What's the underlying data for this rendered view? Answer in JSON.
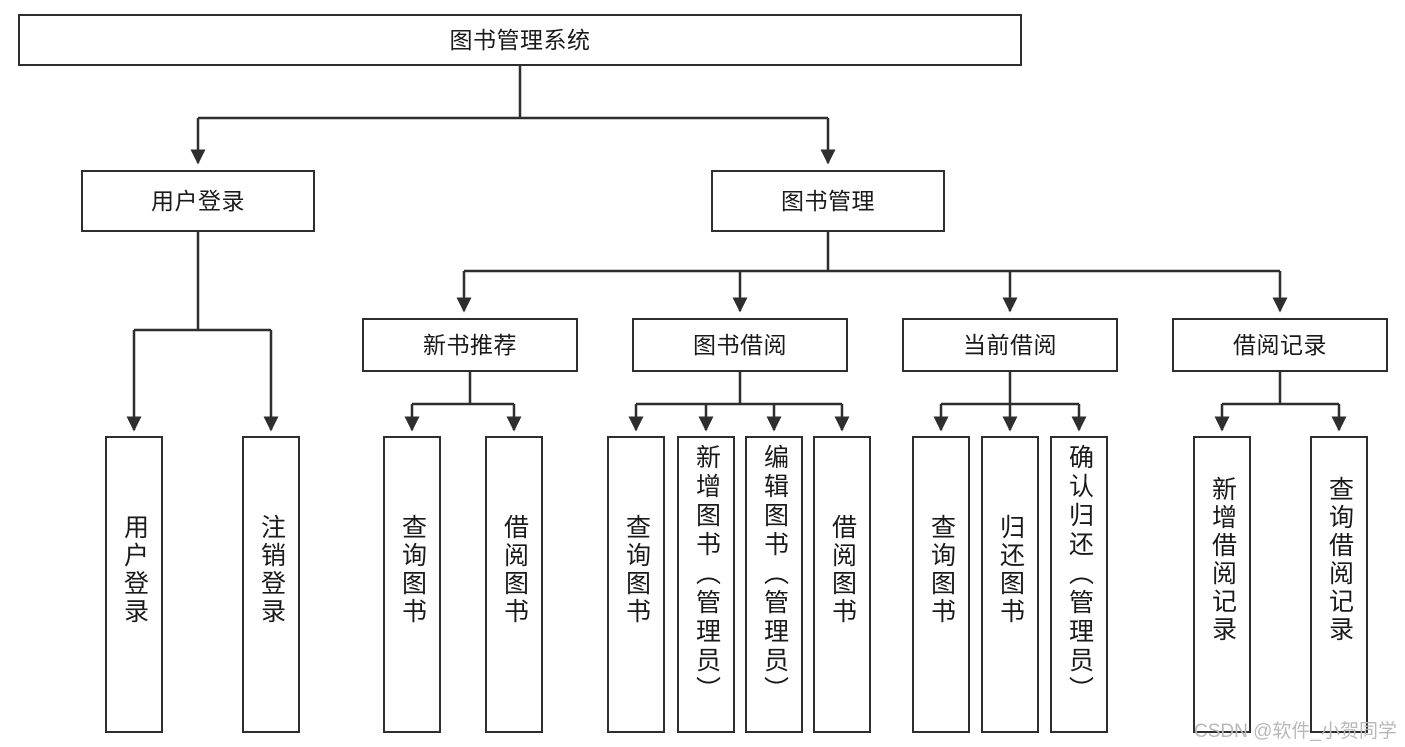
{
  "diagram": {
    "title": "图书管理系统",
    "type": "tree-hierarchy",
    "watermark": "CSDN @软件_小贺同学",
    "colors": {
      "stroke": "#2e2e2e",
      "fill": "#ffffff",
      "text": "#1a1a1a",
      "watermark": "#b9b9b9"
    },
    "root": {
      "label": "图书管理系统"
    },
    "level2": [
      {
        "label": "用户登录"
      },
      {
        "label": "图书管理"
      }
    ],
    "level3": [
      {
        "label": "新书推荐"
      },
      {
        "label": "图书借阅"
      },
      {
        "label": "当前借阅"
      },
      {
        "label": "借阅记录"
      }
    ],
    "leaves": {
      "user_login": [
        {
          "label": "用户登录"
        },
        {
          "label": "注销登录"
        }
      ],
      "new_book": [
        {
          "label": "查询图书"
        },
        {
          "label": "借阅图书"
        }
      ],
      "borrow_book": [
        {
          "label": "查询图书"
        },
        {
          "label": "新增图书（管理员）"
        },
        {
          "label": "编辑图书（管理员）"
        },
        {
          "label": "借阅图书"
        }
      ],
      "current_borrow": [
        {
          "label": "查询图书"
        },
        {
          "label": "归还图书"
        },
        {
          "label": "确认归还（管理员）"
        }
      ],
      "borrow_record": [
        {
          "label": "新增借阅记录"
        },
        {
          "label": "查询借阅记录"
        }
      ]
    }
  }
}
